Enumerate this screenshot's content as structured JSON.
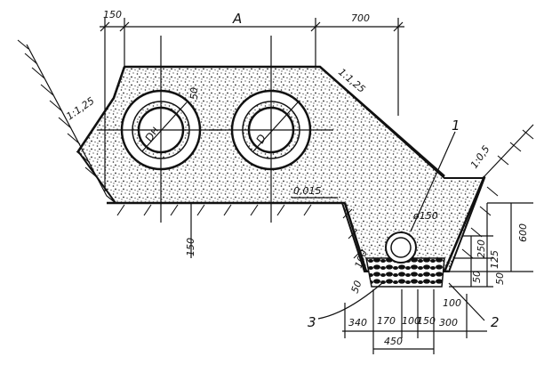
{
  "drawing": {
    "dimensions": {
      "top_left": "150",
      "top_span": "A",
      "top_right": "700",
      "slope_left": "1:1,25",
      "slope_right_upper": "1:1,25",
      "slope_trench": "1:0,5",
      "pipe_clearance": "50",
      "pipe_label_left": "Dн",
      "pipe_label_right": "D",
      "grade": "0,015",
      "depth_left": "150",
      "drain_pipe": "ø150",
      "vertical_250": "250",
      "vertical_600": "600",
      "vertical_125": "125",
      "vertical_50a": "50",
      "vertical_50b": "50",
      "trench_left_100": "100",
      "trench_left_50": "50",
      "bottom_100": "100",
      "bottom_340": "340",
      "bottom_170": "170",
      "bottom_100b": "100",
      "bottom_150": "150",
      "bottom_300": "300",
      "bottom_450": "450"
    },
    "callouts": {
      "item_1": "1",
      "item_2": "2",
      "item_3": "3"
    }
  }
}
